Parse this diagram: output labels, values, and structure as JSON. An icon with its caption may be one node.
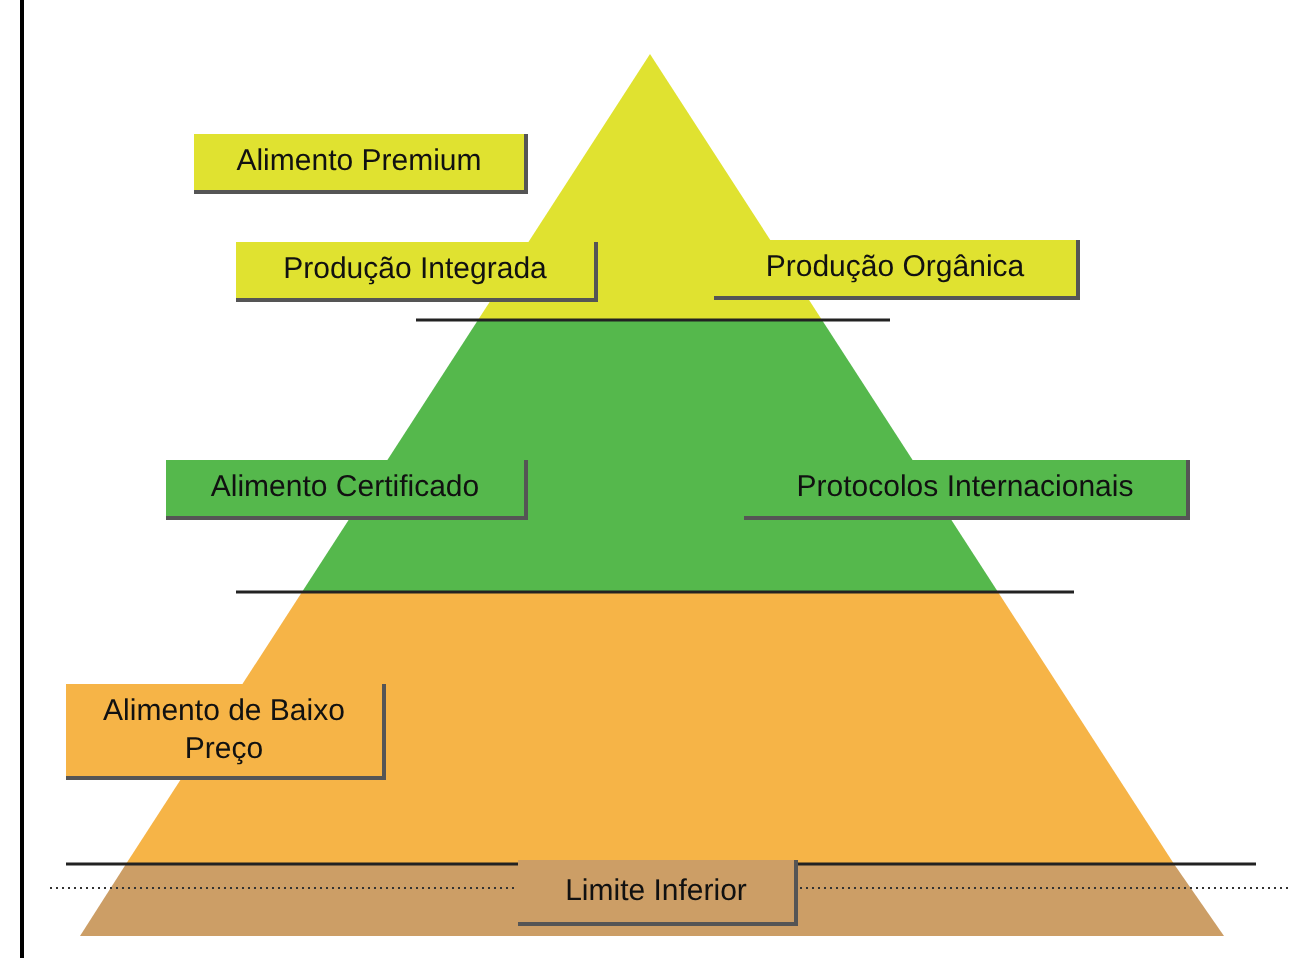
{
  "diagram": {
    "nodes": [
      {
        "text": [
          "Alimento Premium"
        ]
      },
      {
        "text": [
          "Produção Integrada"
        ]
      },
      {
        "text": [
          "Produção Orgânica"
        ]
      },
      {
        "text": [
          "Alimento Certificado"
        ]
      },
      {
        "text": [
          "Protocolos Internacionais"
        ]
      },
      {
        "text": [
          "Alimento de Baixo Preço"
        ]
      },
      {
        "text": [
          "Limite Inferior"
        ]
      }
    ]
  }
}
